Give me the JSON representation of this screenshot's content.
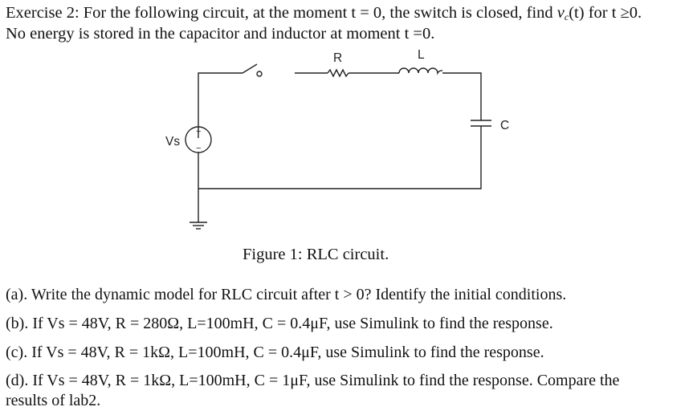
{
  "exercise": {
    "line1_pre": "Exercise 2: For the following circuit, at the moment t = 0, the switch is closed, find ",
    "vc_symbol": "v",
    "vc_sub": "c",
    "line1_post": "(t) for t ≥0.",
    "line2": "No energy is stored in the capacitor and inductor at moment t =0."
  },
  "circuit": {
    "label_r": "R",
    "label_l": "L",
    "label_c": "C",
    "label_vs": "Vs",
    "plus_sign": "+",
    "minus_sign": "−"
  },
  "figure_caption": "Figure 1: RLC circuit.",
  "questions": [
    "(a). Write the dynamic model for RLC circuit after t > 0? Identify the initial conditions.",
    "(b). If Vs = 48V, R = 280Ω, L=100mH, C = 0.4μF, use Simulink to find the response.",
    "(c). If Vs = 48V, R = 1kΩ, L=100mH, C = 0.4μF, use Simulink to find the response.",
    "(d). If Vs = 48V, R = 1kΩ, L=100mH, C = 1μF, use Simulink to find the response. Compare the",
    "results of lab2."
  ]
}
